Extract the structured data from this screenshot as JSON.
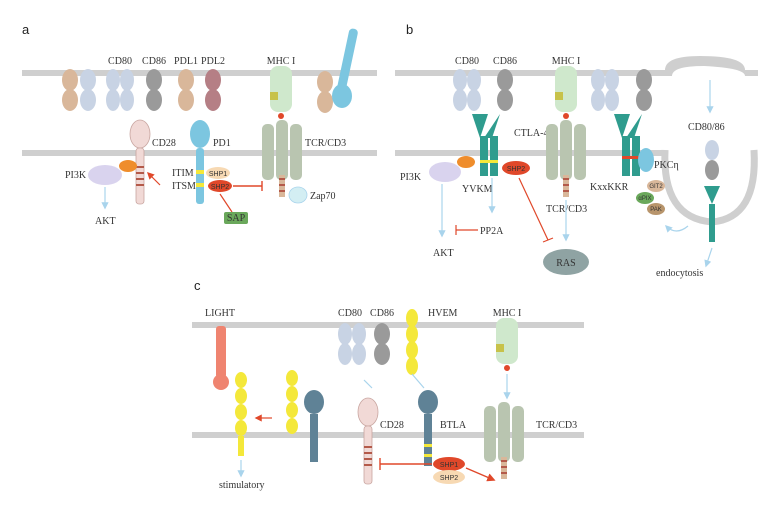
{
  "colors": {
    "membrane": "#cfcfcf",
    "cd80": "#c8d3e4",
    "cd86": "#9a9a9a",
    "pdl1": "#d9b79a",
    "pdl2": "#b57f85",
    "mhc": "#cfe8cc",
    "peptide": "#c7c24a",
    "tcr": "#b9c5b0",
    "cd28": "#f1d9d6",
    "pd1": "#7cc6e0",
    "ctla4": "#2f9c8e",
    "shp2": "#e0482a",
    "shp1": "#f7d9b3",
    "sap": "#6aa85b",
    "pi3k": "#d9d3ee",
    "adaptor": "#ef8d2c",
    "light": "#ef8470",
    "hvem": "#f4e83a",
    "btla": "#5f8296",
    "ras": "#8fa3a3",
    "arrow_stim": "#a9d4ec",
    "arrow_inhib": "#e0482a"
  },
  "panels": {
    "a": {
      "panel_label": "a",
      "cd80": "CD80",
      "cd86": "CD86",
      "pdl1": "PDL1",
      "pdl2": "PDL2",
      "mhc": "MHC I",
      "cd28": "CD28",
      "pd1": "PD1",
      "tcr": "TCR/CD3",
      "pi3k": "PI3K",
      "akt": "AKT",
      "itim": "ITIM",
      "itsm": "ITSM",
      "shp1": "SHP1",
      "shp2": "SHP2",
      "sap": "SAP",
      "zap70": "Zap70"
    },
    "b": {
      "panel_label": "b",
      "cd80": "CD80",
      "cd86": "CD86",
      "mhc": "MHC I",
      "ctla4": "CTLA-4",
      "pi3k": "PI3K",
      "yvkm": "YVKM",
      "shp2": "SHP2",
      "tcr": "TCR/CD3",
      "akt": "AKT",
      "pp2a": "PP2A",
      "ras": "RAS",
      "kxxkkr": "KxxKKR",
      "pkc": "PKCη",
      "git2": "GIT2",
      "pix": "αPIX",
      "pak": "PAK",
      "cd8086": "CD80/86",
      "endocytosis": "endocytosis"
    },
    "c": {
      "panel_label": "c",
      "light": "LIGHT",
      "cd80": "CD80",
      "cd86": "CD86",
      "hvem": "HVEM",
      "mhc": "MHC I",
      "cd28": "CD28",
      "btla": "BTLA",
      "tcr": "TCR/CD3",
      "shp1": "SHP1",
      "shp2": "SHP2",
      "stimulatory": "stimulatory"
    }
  }
}
